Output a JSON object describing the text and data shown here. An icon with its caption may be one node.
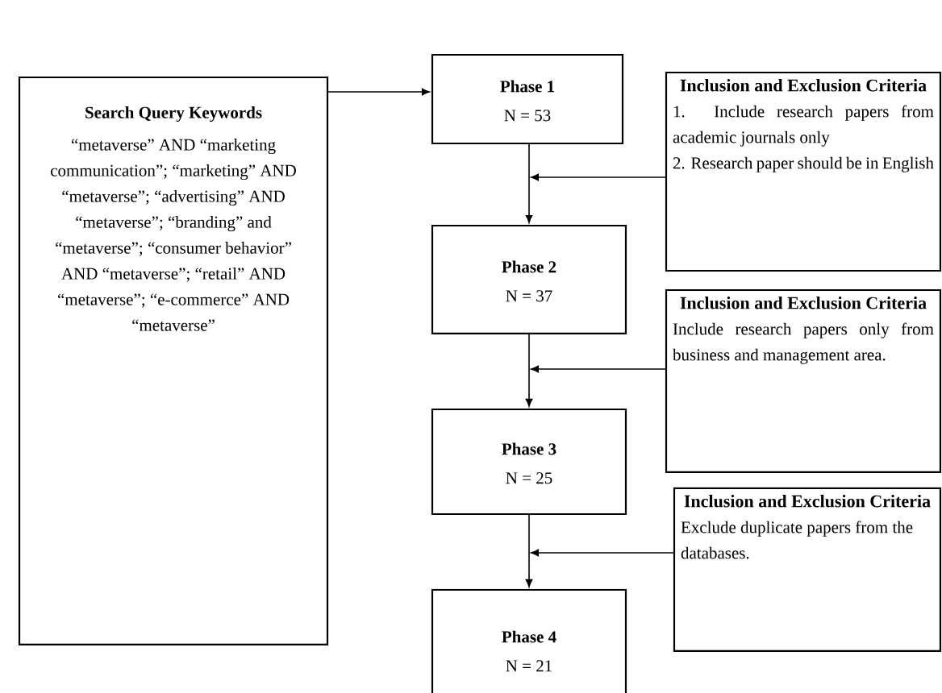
{
  "diagram": {
    "nodes": [
      {
        "text": [
          "Search Query Keywords",
          "“metaverse” AND “marketing communication”; “marketing” AND “metaverse”; “advertising” AND “metaverse”; “branding” and “metaverse”; “consumer behavior” AND “metaverse”; “retail” AND “metaverse”; “e-commerce” AND “metaverse”"
        ]
      },
      {
        "text": [
          "Phase 1",
          "N = 53"
        ]
      },
      {
        "text": [
          "Inclusion and Exclusion Criteria",
          "1. Include research papers from academic journals only",
          "2. Research paper should be in English"
        ]
      },
      {
        "text": [
          "Phase 2",
          "N = 37"
        ]
      },
      {
        "text": [
          "Inclusion and Exclusion Criteria",
          "Include research papers only from business and management area."
        ]
      },
      {
        "text": [
          "Phase 3",
          "N = 25"
        ]
      },
      {
        "text": [
          "Inclusion and Exclusion Criteria",
          "Exclude duplicate papers from the databases."
        ]
      },
      {
        "text": [
          "Phase 4",
          "N = 21"
        ]
      }
    ],
    "edges": [
      {
        "from": 0,
        "to": 1,
        "arrow": "to"
      },
      {
        "from": 1,
        "to": 3,
        "arrow": "to"
      },
      {
        "from": 3,
        "to": 5,
        "arrow": "to"
      },
      {
        "from": 5,
        "to": 7,
        "arrow": "to"
      },
      {
        "from": 2,
        "to": null,
        "arrow": "to"
      },
      {
        "from": 4,
        "to": null,
        "arrow": "to"
      },
      {
        "from": 6,
        "to": null,
        "arrow": "to"
      }
    ]
  }
}
